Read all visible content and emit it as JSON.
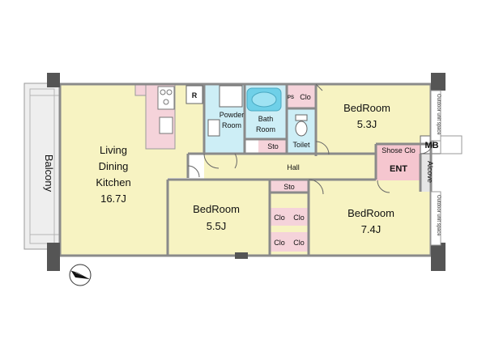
{
  "rooms": {
    "ldk_line1": "Living",
    "ldk_line2": "Dining",
    "ldk_line3": "Kitchen",
    "ldk_size": "16.7J",
    "bedroom_ne_name": "BedRoom",
    "bedroom_ne_size": "5.3J",
    "bedroom_c_name": "BedRoom",
    "bedroom_c_size": "5.5J",
    "bedroom_se_name": "BedRoom",
    "bedroom_se_size": "7.4J",
    "powder_line1": "Powder",
    "powder_line2": "Room",
    "bath_line1": "Bath",
    "bath_line2": "Room",
    "toilet": "Toilet",
    "hall": "Hall",
    "entrance": "ENT",
    "shoe_closet": "Shose Clo",
    "meter_box": "MB",
    "alcove": "Alcove",
    "balcony": "Balcony",
    "ps": "PS",
    "refrigerator": "R"
  },
  "storage": {
    "clo_top": "Clo",
    "sto_hall": "Sto",
    "sto_center": "Sto",
    "clo_1": "Clo",
    "clo_2": "Clo",
    "clo_3": "Clo",
    "clo_4": "Clo"
  },
  "notes": {
    "outdoor_unit_1": "Outdoor unit space",
    "outdoor_unit_2": "Outdoor unit space"
  },
  "colors": {
    "room": "#f7f3c2",
    "wet": "#cdeef6",
    "storage": "#f5d3da",
    "entrance": "#f5c6cf",
    "wall": "#8a8a8a",
    "pillar": "#555555",
    "balcony": "#e8e8e8"
  }
}
